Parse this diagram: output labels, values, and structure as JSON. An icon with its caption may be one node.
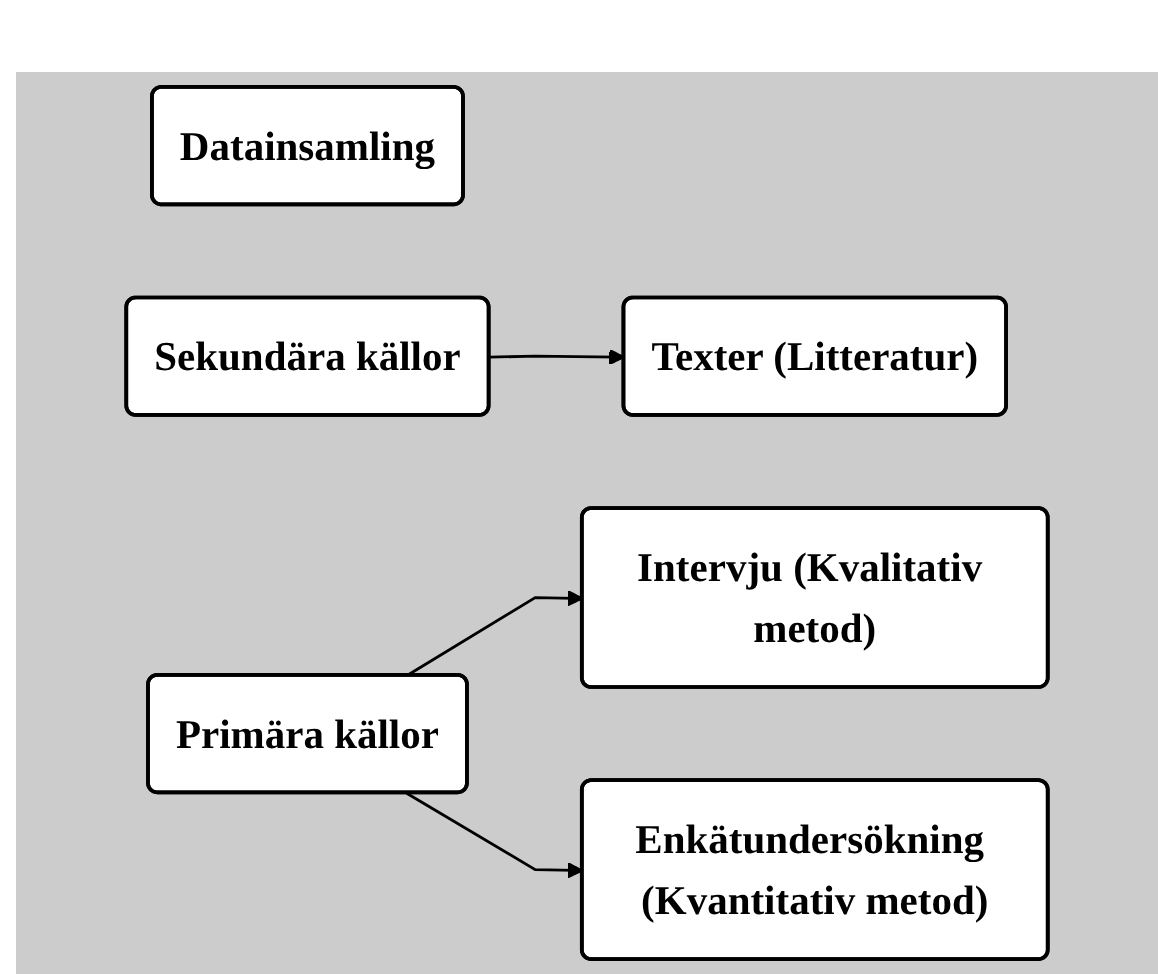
{
  "diagram": {
    "nodes": [
      {
        "text": [
          "Datainsamling"
        ]
      },
      {
        "text": [
          "Sekundära källor"
        ]
      },
      {
        "text": [
          "Texter (Litteratur)"
        ]
      },
      {
        "text": [
          "Intervju (Kvalitativ metod)"
        ]
      },
      {
        "text": [
          "Primära källor"
        ]
      },
      {
        "text": [
          "Enkätundersökning (Kvantitativ metod)"
        ]
      }
    ],
    "edges": [
      {
        "from": 1,
        "to": 2,
        "arrow": "to"
      },
      {
        "from": 4,
        "to": 3,
        "arrow": "to"
      },
      {
        "from": 4,
        "to": 5,
        "arrow": "to"
      }
    ]
  }
}
